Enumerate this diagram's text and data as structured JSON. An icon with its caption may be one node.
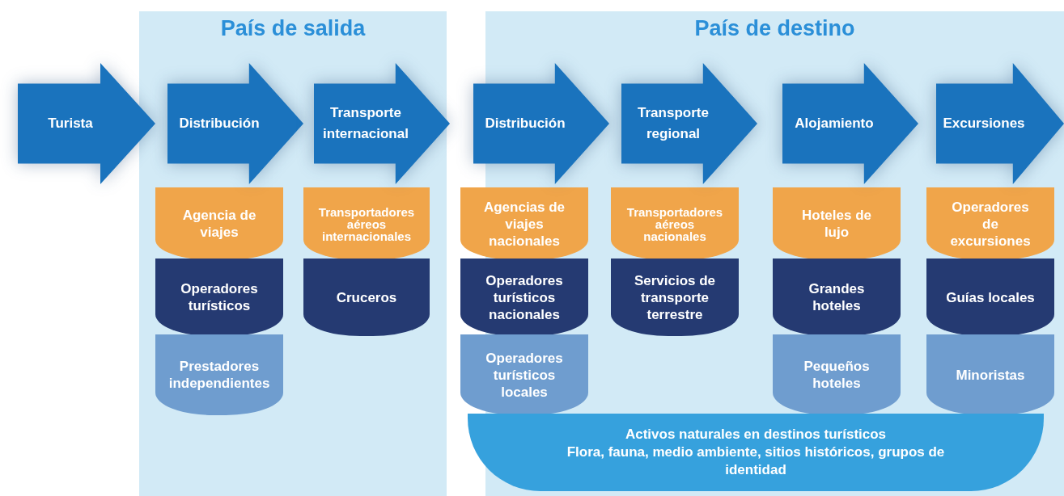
{
  "diagram": {
    "nodes": [
      {
        "text": [
          "Turista"
        ]
      },
      {
        "text": [
          "País de salida"
        ]
      },
      {
        "text": [
          "Distribución"
        ],
        "in": 1
      },
      {
        "text": [
          "Agencia de viajes"
        ],
        "in": 1
      },
      {
        "text": [
          "Operadores turísticos"
        ],
        "in": 1
      },
      {
        "text": [
          "Prestadores independientes"
        ],
        "in": 1
      },
      {
        "text": [
          "Transporte internacional"
        ],
        "in": 1
      },
      {
        "text": [
          "Transportadores aéreos internacionales"
        ],
        "in": 1
      },
      {
        "text": [
          "Cruceros"
        ],
        "in": 1
      },
      {
        "text": [
          "País de destino"
        ]
      },
      {
        "text": [
          "Distribución"
        ],
        "in": 9
      },
      {
        "text": [
          "Agencias de viajes nacionales"
        ],
        "in": 9
      },
      {
        "text": [
          "Operadores turísticos nacionales"
        ],
        "in": 9
      },
      {
        "text": [
          "Operadores turísticos locales"
        ],
        "in": 9
      },
      {
        "text": [
          "Transporte regional"
        ],
        "in": 9
      },
      {
        "text": [
          "Transportadores aéreos nacionales"
        ],
        "in": 9
      },
      {
        "text": [
          "Servicios de transporte terrestre"
        ],
        "in": 9
      },
      {
        "text": [
          "Alojamiento"
        ],
        "in": 9
      },
      {
        "text": [
          "Hoteles de lujo"
        ],
        "in": 9
      },
      {
        "text": [
          "Grandes hoteles"
        ],
        "in": 9
      },
      {
        "text": [
          "Pequeños hoteles"
        ],
        "in": 9
      },
      {
        "text": [
          "Excursiones"
        ],
        "in": 9
      },
      {
        "text": [
          "Operadores de excursiones"
        ],
        "in": 9
      },
      {
        "text": [
          "Guías locales"
        ],
        "in": 9
      },
      {
        "text": [
          "Minoristas"
        ],
        "in": 9
      },
      {
        "text": [
          "Activos naturales en destinos turísticos",
          "Flora, fauna, medio ambiente, sitios históricos, grupos de identidad"
        ],
        "in": 9
      }
    ]
  }
}
